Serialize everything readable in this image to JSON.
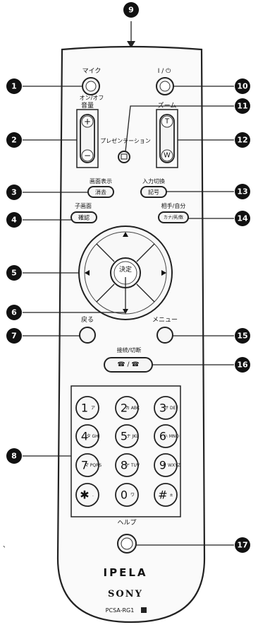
{
  "labels": {
    "mic": "マイク",
    "on_off": "オン/オフ",
    "volume": "音量",
    "power": "I / ⏻",
    "zoom": "ズーム",
    "presentation": "プレゼンテーション",
    "t": "T",
    "w": "W",
    "screen_display": "画面表示",
    "erase": "消去",
    "input_switch": "入力切換",
    "memory": "記号",
    "sub_screen": "子画面",
    "select": "確認",
    "other_self": "相手/自分",
    "kana": "カナ/英/数",
    "decide": "決定",
    "back": "戻る",
    "menu": "メニュー",
    "connect_cut": "接続/切断",
    "help": "ヘルプ",
    "brand": "IPELA",
    "maker": "SONY",
    "model": "PCSA-RG1"
  },
  "callouts": [
    "1",
    "2",
    "3",
    "4",
    "5",
    "6",
    "7",
    "8",
    "9",
    "10",
    "11",
    "12",
    "13",
    "14",
    "15",
    "16",
    "17"
  ],
  "keypad": [
    {
      "main": "1",
      "sub": "ア"
    },
    {
      "main": "2",
      "sub": "カ ABC"
    },
    {
      "main": "3",
      "sub": "サ DEF"
    },
    {
      "main": "4",
      "sub": "タ GHI"
    },
    {
      "main": "5",
      "sub": "ナ JKL"
    },
    {
      "main": "6",
      "sub": "ハ MNO"
    },
    {
      "main": "7",
      "sub": "マ PQRS"
    },
    {
      "main": "8",
      "sub": "ヤ TUV"
    },
    {
      "main": "9",
      "sub": "ラ WXYZ"
    },
    {
      "main": "✱",
      "sub": "."
    },
    {
      "main": "0",
      "sub": "ワ"
    },
    {
      "main": "#",
      "sub": "±"
    }
  ]
}
